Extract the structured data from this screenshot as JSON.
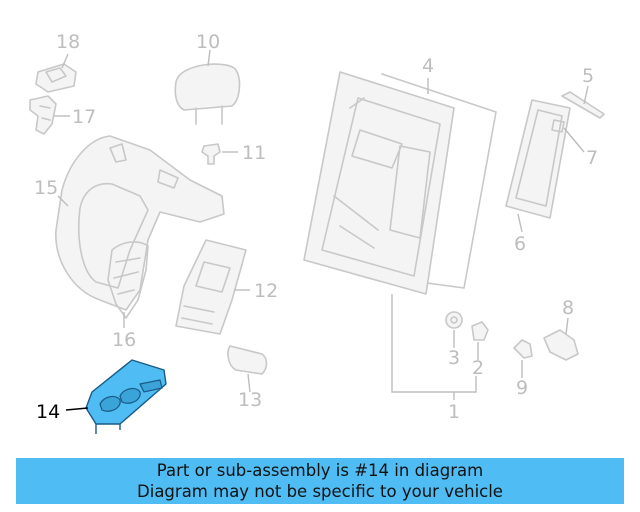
{
  "diagram": {
    "callouts": [
      {
        "id": "18",
        "label": "18"
      },
      {
        "id": "17",
        "label": "17"
      },
      {
        "id": "10",
        "label": "10"
      },
      {
        "id": "11",
        "label": "11"
      },
      {
        "id": "15",
        "label": "15"
      },
      {
        "id": "16",
        "label": "16"
      },
      {
        "id": "12",
        "label": "12"
      },
      {
        "id": "13",
        "label": "13"
      },
      {
        "id": "14",
        "label": "14"
      },
      {
        "id": "4",
        "label": "4"
      },
      {
        "id": "5",
        "label": "5"
      },
      {
        "id": "7",
        "label": "7"
      },
      {
        "id": "6",
        "label": "6"
      },
      {
        "id": "8",
        "label": "8"
      },
      {
        "id": "3",
        "label": "3"
      },
      {
        "id": "2",
        "label": "2"
      },
      {
        "id": "9",
        "label": "9"
      },
      {
        "id": "1",
        "label": "1"
      }
    ],
    "highlighted_part": "14",
    "highlight_color": "#4fbdf3"
  },
  "banner": {
    "line1": "Part or sub-assembly is #14 in diagram",
    "line2": "Diagram may not be specific to your vehicle",
    "background": "#4fbdf3"
  }
}
